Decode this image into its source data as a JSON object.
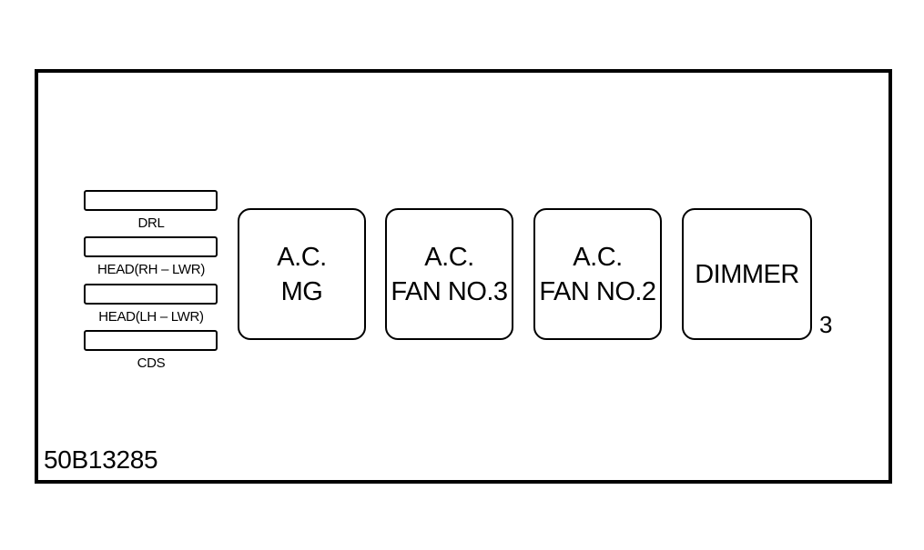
{
  "fuses": [
    {
      "label": "DRL"
    },
    {
      "label": "HEAD(RH – LWR)"
    },
    {
      "label": "HEAD(LH – LWR)"
    },
    {
      "label": "CDS"
    }
  ],
  "relays": [
    {
      "line1": "A.C.",
      "line2": "MG"
    },
    {
      "line1": "A.C.",
      "line2": "FAN NO.3"
    },
    {
      "line1": "A.C.",
      "line2": "FAN NO.2"
    },
    {
      "line1": "DIMMER",
      "line2": ""
    }
  ],
  "block_number": "3",
  "figure_code": "50B13285"
}
